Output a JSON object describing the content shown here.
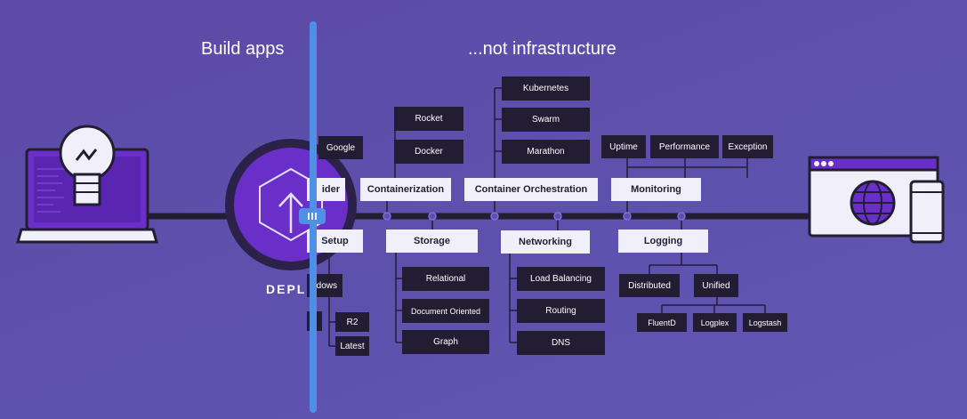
{
  "headings": {
    "left": "Build apps",
    "right": "...not infrastructure"
  },
  "deploy_label": "DEPLO",
  "colors": {
    "background": "#5e51ad",
    "dark_node": "#231d33",
    "light_node": "#f1f0fa",
    "accent_purple": "#6b2fc9",
    "divider_blue": "#4f8fe6"
  },
  "icons": {
    "left": "laptop-lightbulb-icon",
    "center": "deploy-upload-hexagon-icon",
    "right": "browser-globe-mobile-icon"
  },
  "nodes": {
    "provider": "ider",
    "provider_google": "Google",
    "setup": "Setup",
    "windows": "dows",
    "r2": "R2",
    "latest": "Latest",
    "containerization": "Containerization",
    "rocket": "Rocket",
    "docker": "Docker",
    "storage": "Storage",
    "relational": "Relational",
    "document_oriented": "Document Oriented",
    "graph": "Graph",
    "container_orchestration": "Container Orchestration",
    "kubernetes": "Kubernetes",
    "swarm": "Swarm",
    "marathon": "Marathon",
    "networking": "Networking",
    "load_balancing": "Load Balancing",
    "routing": "Routing",
    "dns": "DNS",
    "monitoring": "Monitoring",
    "uptime": "Uptime",
    "performance": "Performance",
    "exception": "Exception",
    "logging": "Logging",
    "distributed": "Distributed",
    "unified": "Unified",
    "fluentd": "FluentD",
    "logplex": "Logplex",
    "logstash": "Logstash"
  }
}
